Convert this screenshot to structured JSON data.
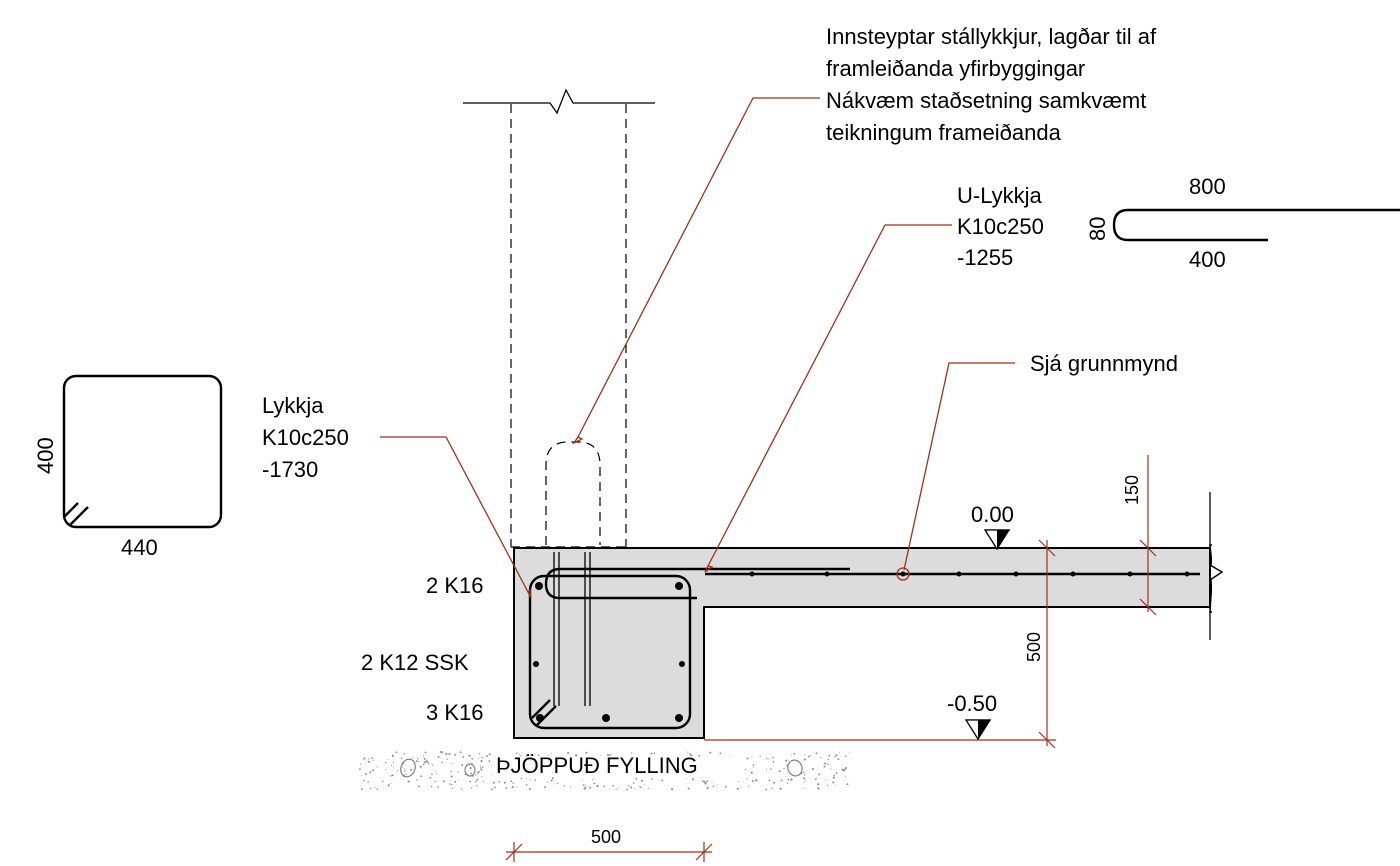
{
  "labels": {
    "note_line1": "Innsteyptar stállykkjur, lagðar til af",
    "note_line2": "framleiðanda yfirbyggingar",
    "note_line3": "Nákvæm staðsetning samkvæmt",
    "note_line4": "teikningum frameiðanda",
    "u_title": "U-Lykkja",
    "u_spec": "K10c250",
    "u_len": "-1255",
    "u_dim_top": "800",
    "u_dim_side": "80",
    "u_dim_bottom": "400",
    "see_plan": "Sjá grunnmynd",
    "loop_title": "Lykkja",
    "loop_spec": "K10c250",
    "loop_len": "-1730",
    "loop_dim_side": "400",
    "loop_dim_bottom": "440",
    "bar_top": "2 K16",
    "bar_mid": "2 K12  SSK",
    "bar_bottom": "3 K16",
    "level_top": "0.00",
    "level_bottom": "-0.50",
    "dim_150": "150",
    "dim_500_v": "500",
    "dim_500_h": "500",
    "fill_label": "ÞJÖPPUÐ FYLLING"
  },
  "colors": {
    "leader": "#a0311c",
    "concrete": "#dcdcdc",
    "line": "#000000"
  }
}
